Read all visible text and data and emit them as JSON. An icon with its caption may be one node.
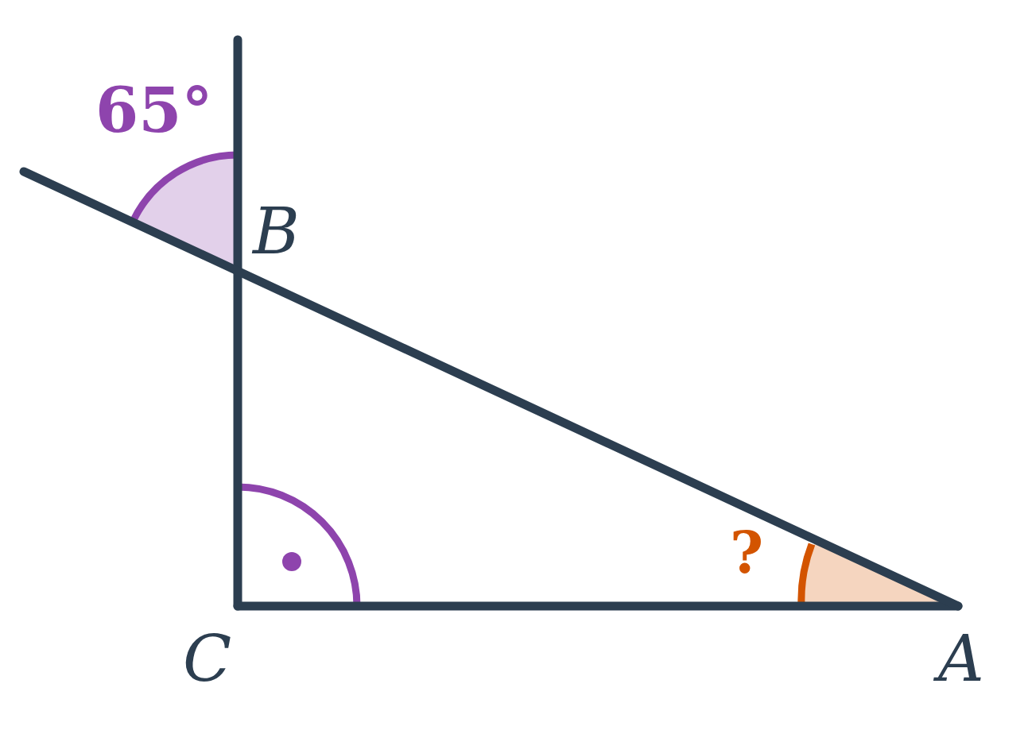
{
  "diagram": {
    "labels": [
      "65°",
      "B",
      "?",
      "C",
      "A"
    ]
  }
}
